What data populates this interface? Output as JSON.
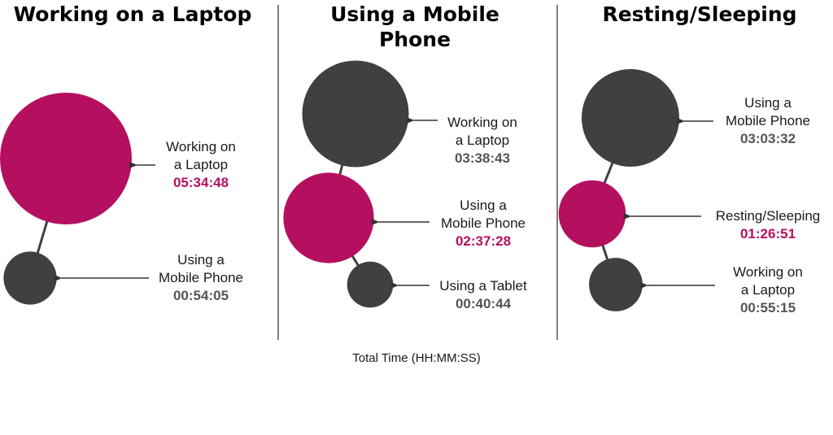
{
  "colors": {
    "highlight": "#b50f60",
    "other": "#404040",
    "divider": "#555555",
    "arrow": "#333333"
  },
  "footnote": "Total Time (HH:MM:SS)",
  "chart_data": [
    {
      "type": "bubble",
      "title": [
        "Working on a Laptop"
      ],
      "unit": "HH:MM:SS",
      "items": [
        {
          "label": [
            "Working on",
            "a Laptop"
          ],
          "value": "05:34:48",
          "seconds": 20088,
          "highlight": true
        },
        {
          "label": [
            "Using a",
            "Mobile Phone"
          ],
          "value": "00:54:05",
          "seconds": 3245,
          "highlight": false
        }
      ]
    },
    {
      "type": "bubble",
      "title": [
        "Using a Mobile",
        "Phone"
      ],
      "unit": "HH:MM:SS",
      "items": [
        {
          "label": [
            "Working on",
            "a Laptop"
          ],
          "value": "03:38:43",
          "seconds": 13123,
          "highlight": false
        },
        {
          "label": [
            "Using a",
            "Mobile Phone"
          ],
          "value": "02:37:28",
          "seconds": 9448,
          "highlight": true
        },
        {
          "label": [
            "Using a Tablet"
          ],
          "value": "00:40:44",
          "seconds": 2444,
          "highlight": false
        }
      ]
    },
    {
      "type": "bubble",
      "title": [
        "Resting/Sleeping"
      ],
      "unit": "HH:MM:SS",
      "items": [
        {
          "label": [
            "Using a",
            "Mobile Phone"
          ],
          "value": "03:03:32",
          "seconds": 11012,
          "highlight": false
        },
        {
          "label": [
            "Resting/Sleeping"
          ],
          "value": "01:26:51",
          "seconds": 5211,
          "highlight": true
        },
        {
          "label": [
            "Working on",
            "a Laptop"
          ],
          "value": "00:55:15",
          "seconds": 3315,
          "highlight": false
        }
      ]
    }
  ]
}
